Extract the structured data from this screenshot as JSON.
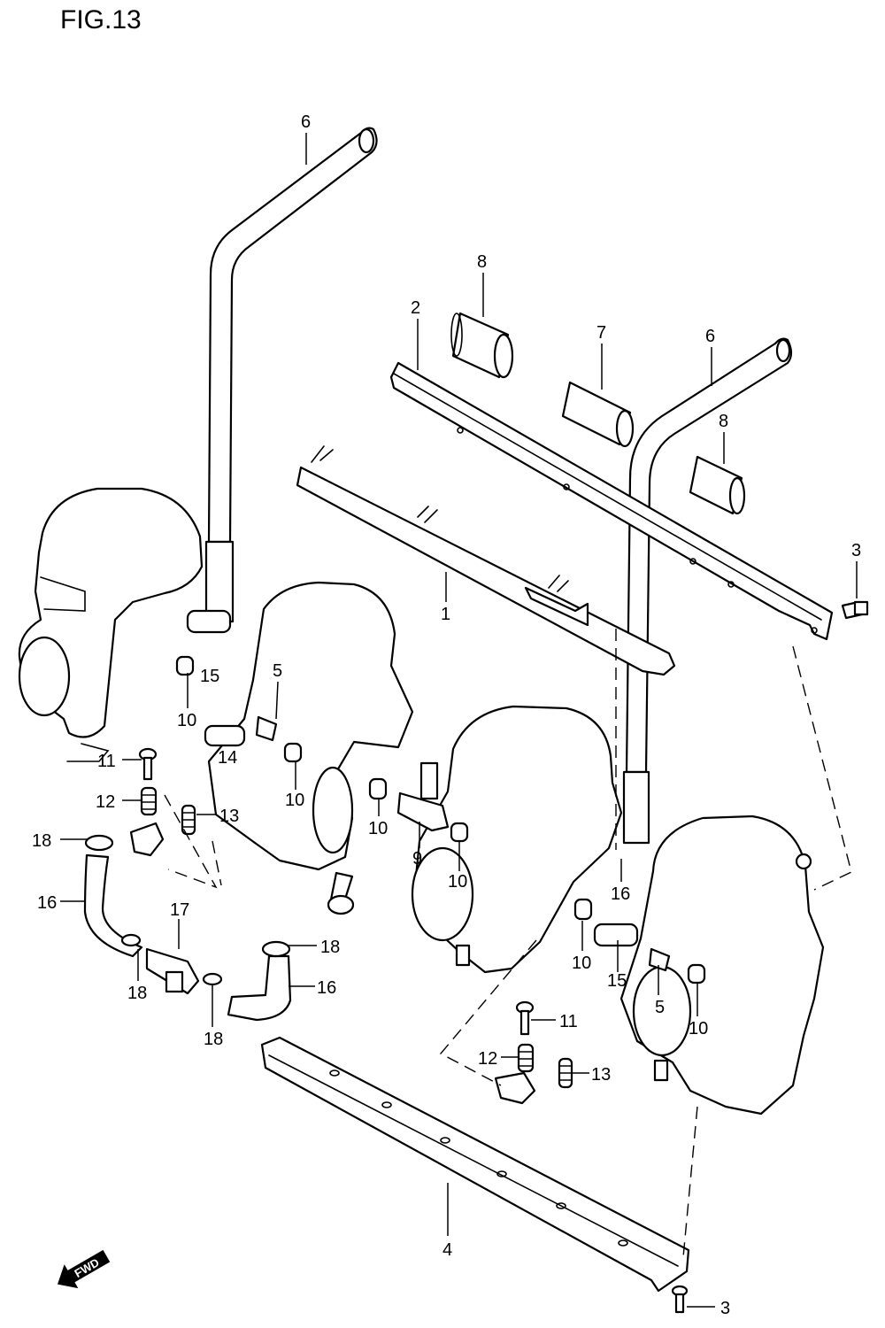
{
  "figure": {
    "title": "FIG.13"
  },
  "fwd_label": "FWD",
  "callouts": {
    "c1": "1",
    "c2": "2",
    "c3a": "3",
    "c3b": "3",
    "c4": "4",
    "c5a": "5",
    "c5b": "5",
    "c6a": "6",
    "c6b": "6",
    "c7": "7",
    "c8a": "8",
    "c8b": "8",
    "c9": "9",
    "c10a": "10",
    "c10b": "10",
    "c10c": "10",
    "c10d": "10",
    "c10e": "10",
    "c10f": "10",
    "c11a": "11",
    "c11b": "11",
    "c12a": "12",
    "c12b": "12",
    "c13a": "13",
    "c13b": "13",
    "c14": "14",
    "c15a": "15",
    "c15b": "15",
    "c16a": "16",
    "c16b": "16",
    "c16c": "16",
    "c17": "17",
    "c18a": "18",
    "c18b": "18",
    "c18c": "18",
    "c18d": "18"
  }
}
